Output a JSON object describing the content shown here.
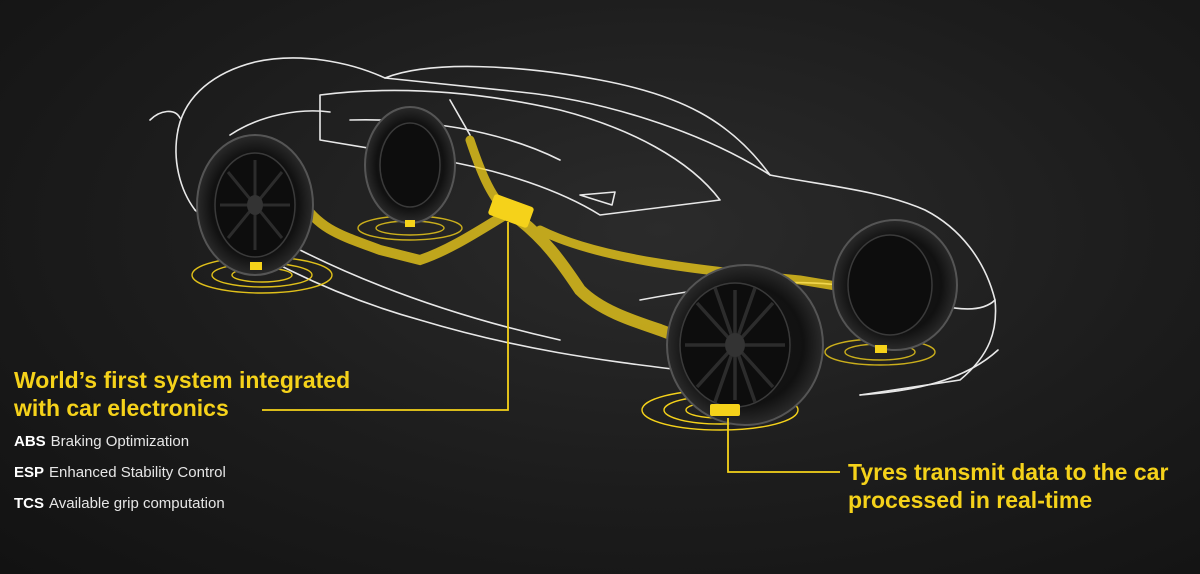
{
  "headline_left": {
    "line1": "World’s first system integrated",
    "line2": "with car electronics"
  },
  "features": [
    {
      "abbr": "ABS",
      "text": "Braking Optimization"
    },
    {
      "abbr": "ESP",
      "text": "Enhanced Stability Control"
    },
    {
      "abbr": "TCS",
      "text": "Available grip computation"
    }
  ],
  "headline_right": {
    "line1": "Tyres transmit data to the car",
    "line2": "processed in real-time"
  },
  "colors": {
    "accent": "#f5d21a",
    "outline": "#e8e8e8",
    "background": "#1c1c1c"
  }
}
